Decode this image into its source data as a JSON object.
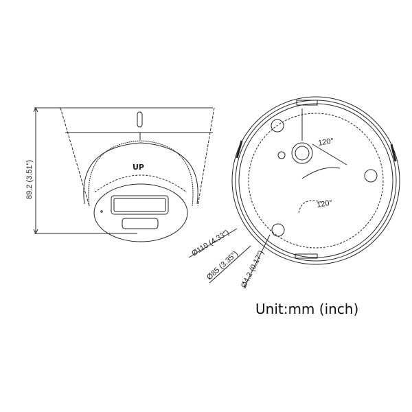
{
  "side_view": {
    "height_label": "89.2 (3.51\")",
    "up_label": "UP"
  },
  "top_view": {
    "angle_label_1": "120°",
    "angle_label_2": "120°",
    "diameter_outer": "Ø110 (4.33\")",
    "diameter_mount": "Ø85 (3.35\")",
    "hole_diameter": "Ø4.2 (0.17\")"
  },
  "unit_label": "Unit:mm (inch)",
  "colors": {
    "line": "#222222",
    "background": "#ffffff"
  }
}
